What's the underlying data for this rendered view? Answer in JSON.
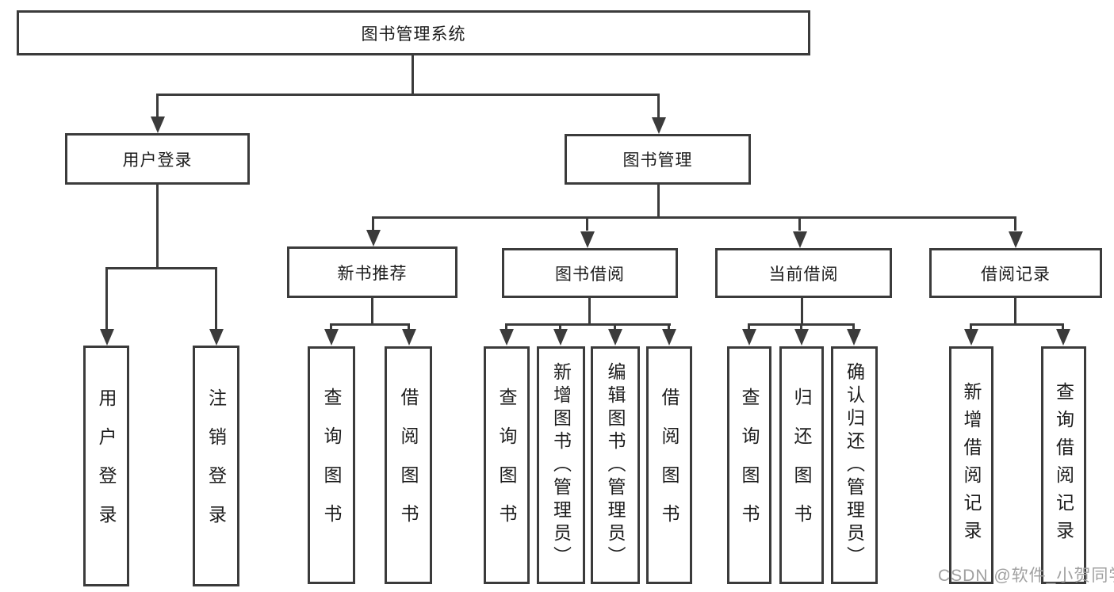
{
  "tree": {
    "label": "图书管理系统",
    "children": [
      {
        "label": "用户登录",
        "children": [
          {
            "label": "用户登录"
          },
          {
            "label": "注销登录"
          }
        ]
      },
      {
        "label": "图书管理",
        "children": [
          {
            "label": "新书推荐",
            "children": [
              {
                "label": "查询图书"
              },
              {
                "label": "借阅图书"
              }
            ]
          },
          {
            "label": "图书借阅",
            "children": [
              {
                "label": "查询图书"
              },
              {
                "label": "新增图书（管理员）"
              },
              {
                "label": "编辑图书（管理员）"
              },
              {
                "label": "借阅图书"
              }
            ]
          },
          {
            "label": "当前借阅",
            "children": [
              {
                "label": "查询图书"
              },
              {
                "label": "归还图书"
              },
              {
                "label": "确认归还（管理员）"
              }
            ]
          },
          {
            "label": "借阅记录",
            "children": [
              {
                "label": "新增借阅记录"
              },
              {
                "label": "查询借阅记录"
              }
            ]
          }
        ]
      }
    ]
  },
  "watermark": {
    "text": "CSDN @软件_小贺同学"
  },
  "colors": {
    "line": "#3b3b3b",
    "text": "#1c1c1c",
    "watermark": "#a0a0a0",
    "background": "#ffffff"
  }
}
